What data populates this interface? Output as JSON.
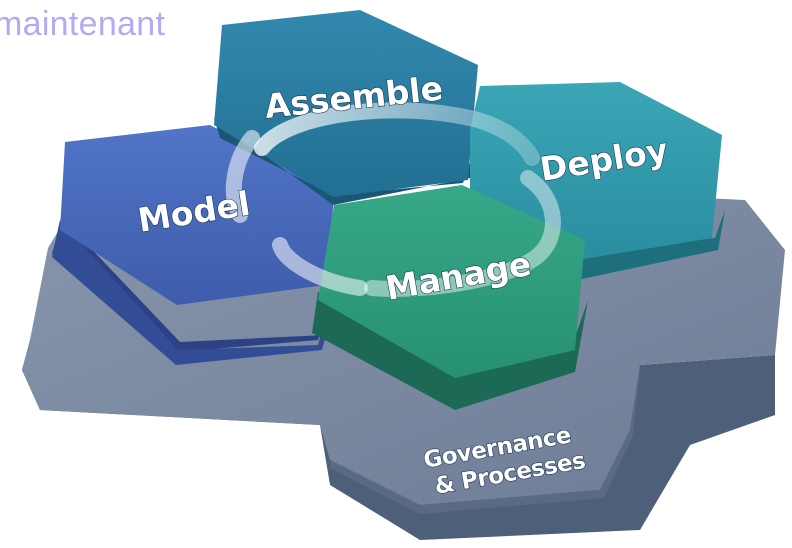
{
  "header": {
    "text": "maintenant"
  },
  "modules": {
    "assemble": {
      "label": "Assemble"
    },
    "deploy": {
      "label": "Deploy"
    },
    "model": {
      "label": "Model"
    },
    "manage": {
      "label": "Manage"
    }
  },
  "base": {
    "line1": "Governance",
    "line2": "& Processes"
  },
  "colors": {
    "heading": "#b6a8f2",
    "assemble": "#2a7a9e",
    "deploy": "#2f96a8",
    "model": "#4766b8",
    "manage": "#2e9a7a",
    "base": "#6f7f98"
  }
}
